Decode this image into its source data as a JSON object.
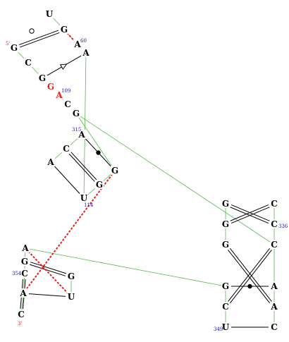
{
  "colors": {
    "backbone": "#55b84a",
    "pair": "#000000",
    "tertiary": "#e8201a",
    "end_label": "#e8201a",
    "number": "#1a1ab4",
    "base": "#000000"
  },
  "labels": {
    "five_prime": "5'",
    "three_prime": "3'"
  },
  "nucleotides": [
    {
      "base": "U",
      "highlight": false
    },
    {
      "base": "G",
      "highlight": false
    },
    {
      "base": "A",
      "highlight": false
    },
    {
      "base": "A",
      "highlight": false
    },
    {
      "base": "G",
      "highlight": false
    },
    {
      "base": "C",
      "highlight": false
    },
    {
      "base": "G",
      "highlight": false
    },
    {
      "base": "G",
      "highlight": true
    },
    {
      "base": "A",
      "highlight": true
    },
    {
      "base": "C",
      "highlight": false
    },
    {
      "base": "G",
      "highlight": false
    },
    {
      "base": "A",
      "highlight": false
    },
    {
      "base": "C",
      "highlight": false
    },
    {
      "base": "A",
      "highlight": false
    },
    {
      "base": "U",
      "highlight": false
    },
    {
      "base": "G",
      "highlight": false
    },
    {
      "base": "G",
      "highlight": false
    },
    {
      "base": "G",
      "highlight": false
    },
    {
      "base": "G",
      "highlight": false
    },
    {
      "base": "G",
      "highlight": false
    },
    {
      "base": "G",
      "highlight": false
    },
    {
      "base": "A",
      "highlight": false
    },
    {
      "base": "C",
      "highlight": false
    },
    {
      "base": "C",
      "highlight": false
    },
    {
      "base": "C",
      "highlight": false
    },
    {
      "base": "A",
      "highlight": false
    },
    {
      "base": "C",
      "highlight": false
    },
    {
      "base": "U",
      "highlight": false
    },
    {
      "base": "C",
      "highlight": false
    },
    {
      "base": "A",
      "highlight": false
    },
    {
      "base": "G",
      "highlight": false
    },
    {
      "base": "C",
      "highlight": false
    },
    {
      "base": "A",
      "highlight": false
    },
    {
      "base": "C",
      "highlight": false
    },
    {
      "base": "G",
      "highlight": false
    },
    {
      "base": "U",
      "highlight": false
    }
  ],
  "numbers": [
    "60",
    "109",
    "315",
    "114",
    "336",
    "354",
    "349"
  ],
  "interactions": [
    {
      "a": 1,
      "b": 4,
      "type": "wc"
    },
    {
      "a": 6,
      "b": 3,
      "type": "triangle"
    },
    {
      "a": 11,
      "b": 16,
      "type": "dot"
    },
    {
      "a": 12,
      "b": 15,
      "type": "wc"
    },
    {
      "a": 13,
      "b": 14,
      "type": "plain"
    },
    {
      "a": 17,
      "b": 23,
      "type": "wc"
    },
    {
      "a": 18,
      "b": 24,
      "type": "wc"
    },
    {
      "a": 19,
      "b": 25,
      "type": "wc"
    },
    {
      "a": 20,
      "b": 21,
      "type": "dot"
    },
    {
      "a": 26,
      "b": 22,
      "type": "wc"
    },
    {
      "a": 27,
      "b": 28,
      "type": "plain"
    },
    {
      "a": 30,
      "b": 34,
      "type": "wc"
    },
    {
      "a": 31,
      "b": 33,
      "type": "wc"
    },
    {
      "a": 32,
      "b": 35,
      "type": "plain"
    }
  ],
  "tertiary": [
    {
      "a": 1,
      "b": 2
    },
    {
      "a": 16,
      "b": 32
    },
    {
      "a": 29,
      "b": 35
    }
  ],
  "marks": [
    {
      "name": "circle-mark-1",
      "shape": "circle"
    }
  ]
}
